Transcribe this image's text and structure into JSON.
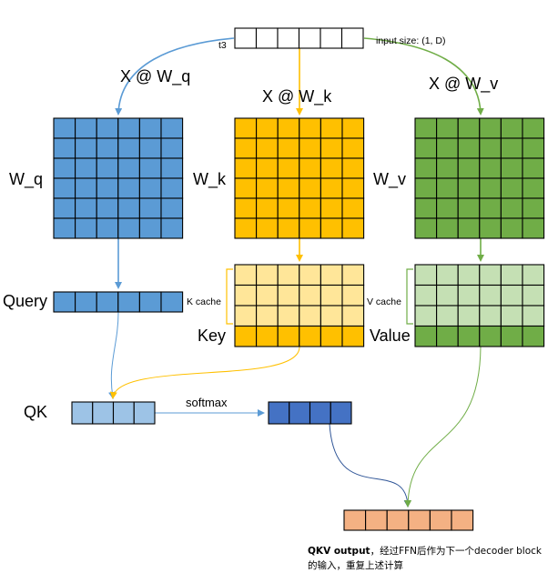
{
  "input": {
    "label": "t3",
    "size_label": "input size: (1, D)",
    "fill": "#ffffff"
  },
  "projections": {
    "q": {
      "op": "X @ W_q",
      "matrix": "W_q",
      "fill": "#5b9bd5",
      "line": "#5b9bd5"
    },
    "k": {
      "op": "X @ W_k",
      "matrix": "W_k",
      "fill": "#ffc000",
      "line": "#ffc000"
    },
    "v": {
      "op": "X @ W_v",
      "matrix": "W_v",
      "fill": "#70ad47",
      "line": "#70ad47"
    }
  },
  "vectors": {
    "query": {
      "label": "Query",
      "fill": "#5b9bd5"
    },
    "key": {
      "label": "Key",
      "cache_label": "K cache",
      "cache_fill": "#ffe699",
      "row_fill": "#ffc000"
    },
    "value": {
      "label": "Value",
      "cache_label": "V cache",
      "cache_fill": "#c5e0b4",
      "row_fill": "#70ad47"
    },
    "qk": {
      "label": "QK",
      "fill": "#9dc3e6"
    },
    "softmax": {
      "label": "softmax",
      "fill": "#4472c4"
    },
    "output": {
      "fill": "#f4b183"
    }
  },
  "caption": {
    "bold": "QKV output",
    "rest": "，经过FFN后作为下一个decoder block的输入，重复上述计算"
  }
}
